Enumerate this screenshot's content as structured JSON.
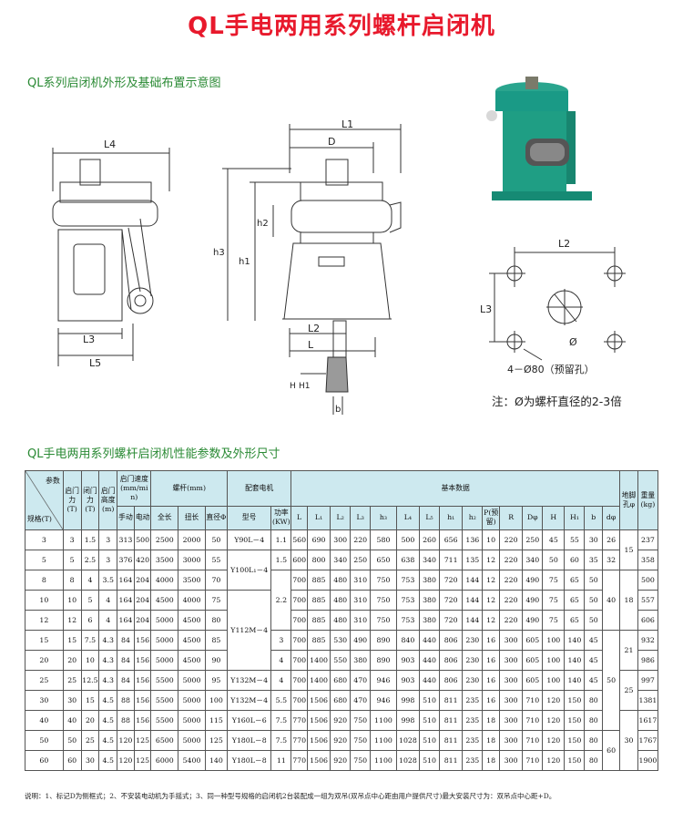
{
  "page": {
    "title": "QL手电两用系列螺杆启闭机",
    "section1_title": "QL系列启闭机外形及基础布置示意图",
    "section2_title": "QL手电两用系列螺杆启闭机性能参数及外形尺寸",
    "footnote": "说明：1、标记D为侧框式；2、不安装电动机为手摇式；3、同一种型号规格的启闭机2台装配成一组为双吊(双吊点中心距由用户提供尺寸)最大安装尺寸为：双吊点中心距+D。",
    "note": "注：Ø为螺杆直径的2-3倍"
  },
  "drawing": {
    "labels": {
      "L4": "L4",
      "L3": "L3",
      "L5": "L5",
      "L1": "L1",
      "D": "D",
      "h2": "h2",
      "h3": "h3",
      "h1": "h1",
      "L2": "L2",
      "L": "L",
      "H": "H",
      "H1": "H1",
      "b": "b",
      "plan_L2": "L2",
      "plan_L3": "L3",
      "phi": "Ø",
      "holes": "4－Ø80（预留孔）"
    }
  },
  "table": {
    "header": {
      "corner_top": "参数",
      "corner_bottom": "规格(T)",
      "c1": "启门力(T)",
      "c2": "闭门力(T)",
      "c3": "启门高度(m)",
      "c4": "启门速度(mm/min)",
      "c4a": "手动",
      "c4b": "电动",
      "screw": "螺杆(mm)",
      "screw_a": "全长",
      "screw_b": "扭长",
      "screw_c": "直径Φ",
      "motor": "配套电机",
      "motor_a": "型号",
      "motor_b": "功率(KW)",
      "basic": "基本数据",
      "b_L": "L",
      "b_L1": "L₁",
      "b_L2": "L₂",
      "b_L3": "L₃",
      "b_h3": "h₃",
      "b_L4": "L₄",
      "b_L5": "L₅",
      "b_h1": "h₁",
      "b_h2": "h₂",
      "b_P": "P(预留)",
      "b_R": "R",
      "b_D": "Dφ",
      "b_H": "H",
      "b_H1": "H₁",
      "b_b": "b",
      "b_d": "dφ",
      "anchor": "地脚孔φ",
      "weight": "重量(kg)"
    },
    "rows": [
      [
        "3",
        "3",
        "1.5",
        "3",
        "313",
        "500",
        "2500",
        "2000",
        "50",
        "1.1",
        "560",
        "690",
        "300",
        "220",
        "580",
        "500",
        "260",
        "656",
        "136",
        "10",
        "220",
        "250",
        "45",
        "55",
        "30",
        "26",
        "237"
      ],
      [
        "5",
        "5",
        "2.5",
        "3",
        "376",
        "420",
        "3500",
        "3000",
        "55",
        "1.5",
        "600",
        "800",
        "340",
        "250",
        "650",
        "638",
        "340",
        "711",
        "135",
        "12",
        "220",
        "340",
        "50",
        "60",
        "35",
        "32",
        "358"
      ],
      [
        "8",
        "8",
        "4",
        "3.5",
        "164",
        "204",
        "4000",
        "3500",
        "70",
        "",
        "700",
        "885",
        "480",
        "310",
        "750",
        "753",
        "380",
        "720",
        "144",
        "12",
        "220",
        "490",
        "75",
        "65",
        "50",
        "",
        "500"
      ],
      [
        "10",
        "10",
        "5",
        "4",
        "164",
        "204",
        "4500",
        "4000",
        "75",
        "",
        "700",
        "885",
        "480",
        "310",
        "750",
        "753",
        "380",
        "720",
        "144",
        "12",
        "220",
        "490",
        "75",
        "65",
        "50",
        "",
        "557"
      ],
      [
        "12",
        "12",
        "6",
        "4",
        "164",
        "204",
        "5000",
        "4500",
        "80",
        "",
        "700",
        "885",
        "480",
        "310",
        "750",
        "753",
        "380",
        "720",
        "144",
        "12",
        "220",
        "490",
        "75",
        "65",
        "50",
        "",
        "606"
      ],
      [
        "15",
        "15",
        "7.5",
        "4.3",
        "84",
        "156",
        "5000",
        "4500",
        "85",
        "3",
        "700",
        "885",
        "530",
        "490",
        "890",
        "840",
        "440",
        "806",
        "230",
        "16",
        "300",
        "605",
        "100",
        "140",
        "45",
        "",
        "932"
      ],
      [
        "20",
        "20",
        "10",
        "4.3",
        "84",
        "156",
        "5000",
        "4500",
        "90",
        "4",
        "700",
        "1400",
        "550",
        "380",
        "890",
        "903",
        "440",
        "806",
        "230",
        "16",
        "300",
        "605",
        "100",
        "140",
        "45",
        "",
        "986"
      ],
      [
        "25",
        "25",
        "12.5",
        "4.3",
        "84",
        "156",
        "5500",
        "5000",
        "95",
        "4",
        "700",
        "1400",
        "680",
        "470",
        "946",
        "903",
        "440",
        "806",
        "230",
        "16",
        "300",
        "605",
        "100",
        "140",
        "45",
        "",
        "997"
      ],
      [
        "30",
        "30",
        "15",
        "4.5",
        "88",
        "156",
        "5500",
        "5000",
        "100",
        "5.5",
        "700",
        "1506",
        "680",
        "470",
        "946",
        "998",
        "510",
        "811",
        "235",
        "16",
        "300",
        "710",
        "120",
        "150",
        "80",
        "",
        "1381"
      ],
      [
        "40",
        "40",
        "20",
        "4.5",
        "88",
        "156",
        "5500",
        "5000",
        "115",
        "7.5",
        "770",
        "1506",
        "920",
        "750",
        "1100",
        "998",
        "510",
        "811",
        "235",
        "18",
        "300",
        "710",
        "120",
        "150",
        "80",
        "",
        "1617"
      ],
      [
        "50",
        "50",
        "25",
        "4.5",
        "120",
        "125",
        "6500",
        "5000",
        "125",
        "7.5",
        "770",
        "1506",
        "920",
        "750",
        "1100",
        "1028",
        "510",
        "811",
        "235",
        "18",
        "300",
        "710",
        "120",
        "150",
        "80",
        "",
        "1767"
      ],
      [
        "60",
        "60",
        "30",
        "4.5",
        "120",
        "125",
        "6000",
        "5400",
        "140",
        "11",
        "770",
        "1506",
        "920",
        "750",
        "1100",
        "1028",
        "510",
        "811",
        "235",
        "18",
        "300",
        "710",
        "120",
        "150",
        "80",
        "",
        "1900"
      ]
    ],
    "motors": [
      "Y90L－4",
      "Y100L₁－4",
      "Y112M－4",
      "Y132M－4",
      "Y132M－4",
      "Y160L－6",
      "Y180L－8",
      "Y180L－8"
    ],
    "merged": {
      "power_2_2": "2.2",
      "d_40": "40",
      "d_50": "50",
      "d_60": "60",
      "anchor_15": "15",
      "anchor_18": "18",
      "anchor_21": "21",
      "anchor_25": "25",
      "anchor_30": "30"
    }
  },
  "colors": {
    "title": "#e8192c",
    "section": "#2a8a34",
    "header_bg": "#cde9ef",
    "machine": "#1a9a86"
  }
}
